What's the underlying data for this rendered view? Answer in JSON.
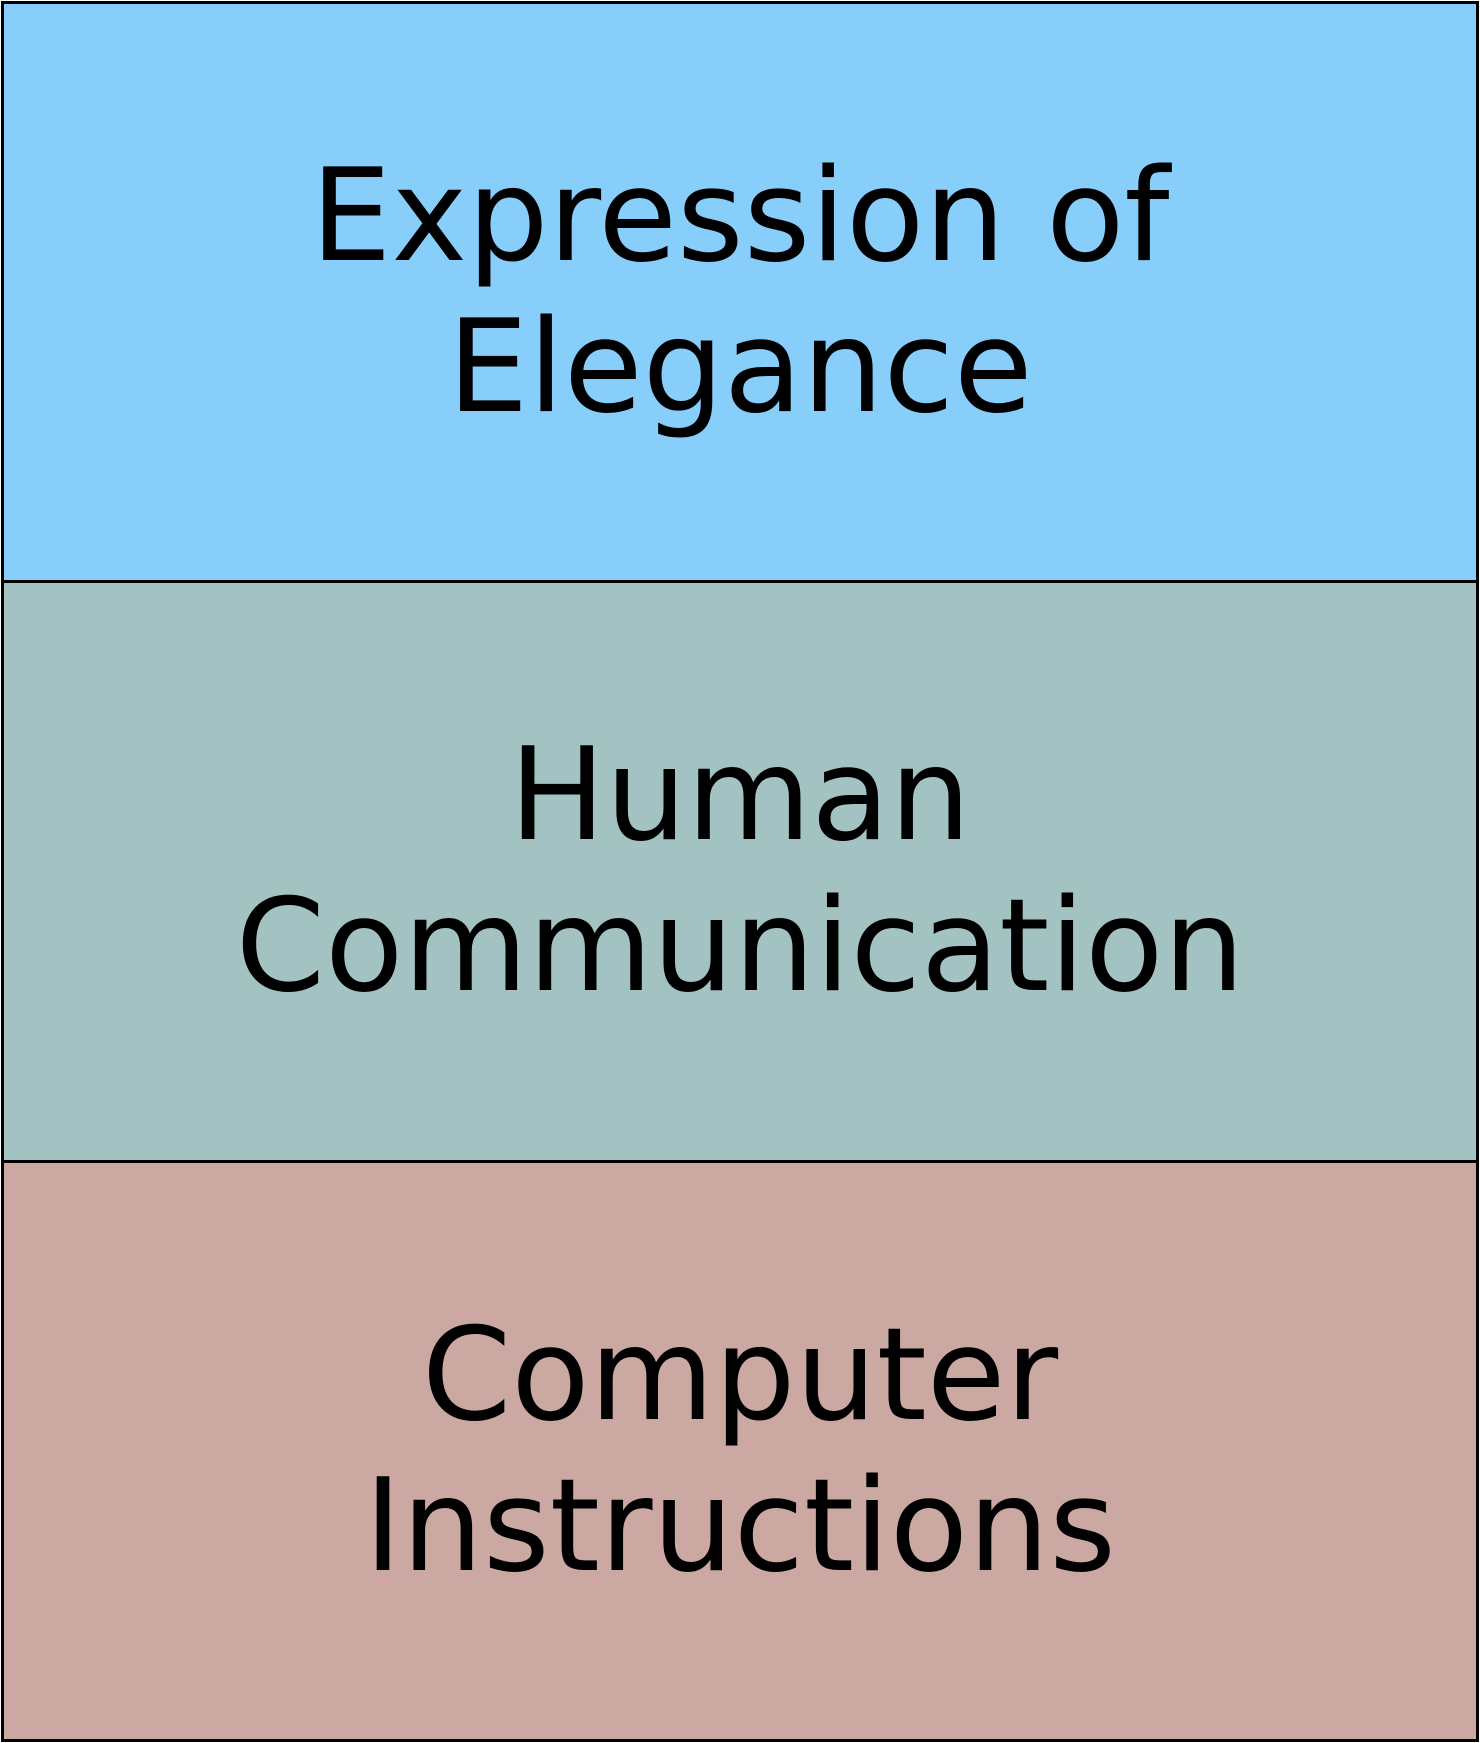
{
  "layers": [
    {
      "label": "Expression of\nElegance",
      "color": "#87CEFA"
    },
    {
      "label": "Human\nCommunication",
      "color": "#A3C3C3"
    },
    {
      "label": "Computer\nInstructions",
      "color": "#CCA8A2"
    }
  ]
}
